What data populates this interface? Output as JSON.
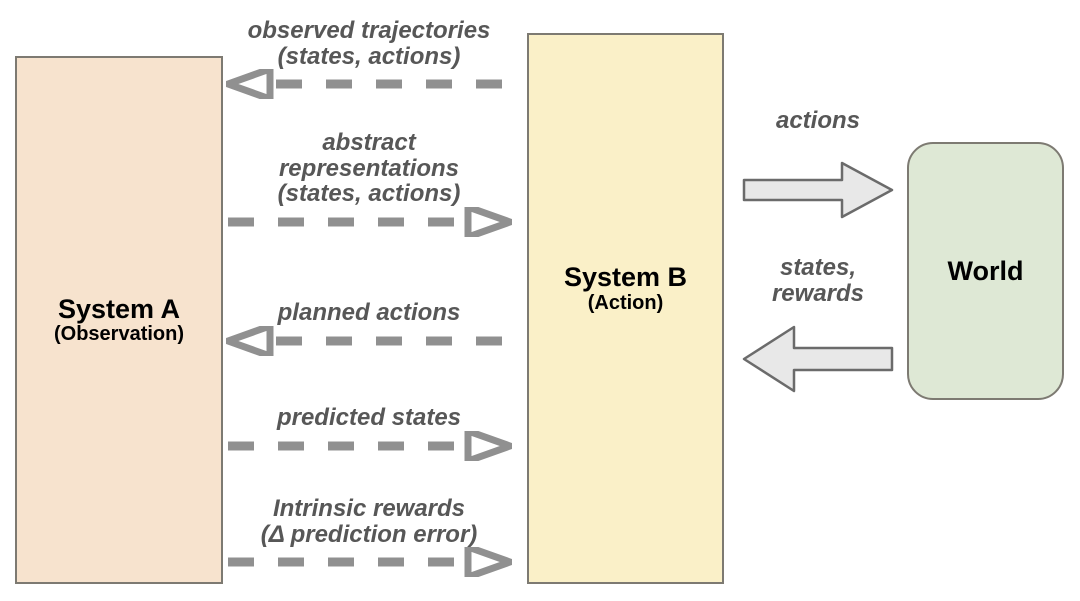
{
  "diagram": {
    "title": "System A / System B / World interaction diagram",
    "colors": {
      "system_a_fill": "#F7E3CE",
      "system_b_fill": "#FAF0C8",
      "world_fill": "#DEE8D5",
      "box_border": "#7d7a72",
      "label_text": "#575757",
      "arrow_gray": "#909090",
      "block_arrow_fill": "#E8E8E8",
      "block_arrow_stroke": "#6b6b6b",
      "background": "#FFFFFF"
    }
  },
  "nodes": {
    "system_a": {
      "title": "System A",
      "subtitle": "(Observation)"
    },
    "system_b": {
      "title": "System B",
      "subtitle": "(Action)"
    },
    "world": {
      "title": "World"
    }
  },
  "flows": [
    {
      "label_line1": "observed trajectories",
      "label_line2": "(states, actions)",
      "direction": "left",
      "from": "System B",
      "to": "System A",
      "style": "dashed"
    },
    {
      "label_line1": "abstract",
      "label_line2": "representations",
      "label_line3": "(states, actions)",
      "direction": "right",
      "from": "System A",
      "to": "System B",
      "style": "dashed"
    },
    {
      "label_line1": "planned actions",
      "direction": "left",
      "from": "System B",
      "to": "System A",
      "style": "dashed"
    },
    {
      "label_line1": "predicted states",
      "direction": "right",
      "from": "System A",
      "to": "System B",
      "style": "dashed"
    },
    {
      "label_line1": "Intrinsic rewards",
      "label_line2": "(Δ prediction error)",
      "direction": "right",
      "from": "System A",
      "to": "System B",
      "style": "dashed"
    }
  ],
  "block_flows": [
    {
      "label": "actions",
      "direction": "right",
      "from": "System B",
      "to": "World",
      "style": "block-arrow"
    },
    {
      "label_line1": "states,",
      "label_line2": "rewards",
      "direction": "left",
      "from": "World",
      "to": "System B",
      "style": "block-arrow"
    }
  ]
}
